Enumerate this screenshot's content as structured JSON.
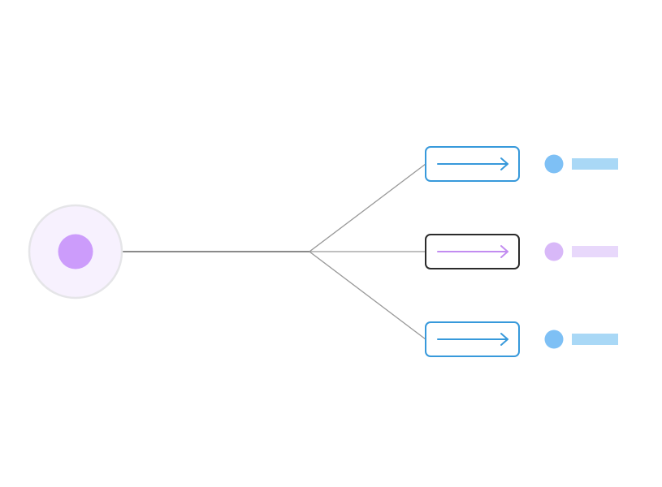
{
  "colors": {
    "background": "#ffffff",
    "source_ring_fill": "#f7f1fe",
    "source_ring_stroke": "#e5e5e8",
    "source_dot": "#cc9cfb",
    "connector": "#999999",
    "connector_trunk": "#8a8a8a",
    "blue_accent": "#3799db",
    "blue_dot": "#7ec0f5",
    "blue_bar": "#a9d8f6",
    "purple_arrow": "#c28cf0",
    "purple_dot": "#d8b8f8",
    "purple_bar": "#e8d8fb",
    "dark_border": "#2b2b2b"
  },
  "source": {
    "icon": "source-dot-icon"
  },
  "branches": [
    {
      "id": "top",
      "style": "blue",
      "selected": false,
      "icon": "arrow-right-icon"
    },
    {
      "id": "middle",
      "style": "purple",
      "selected": true,
      "icon": "arrow-right-icon"
    },
    {
      "id": "bottom",
      "style": "blue",
      "selected": false,
      "icon": "arrow-right-icon"
    }
  ]
}
